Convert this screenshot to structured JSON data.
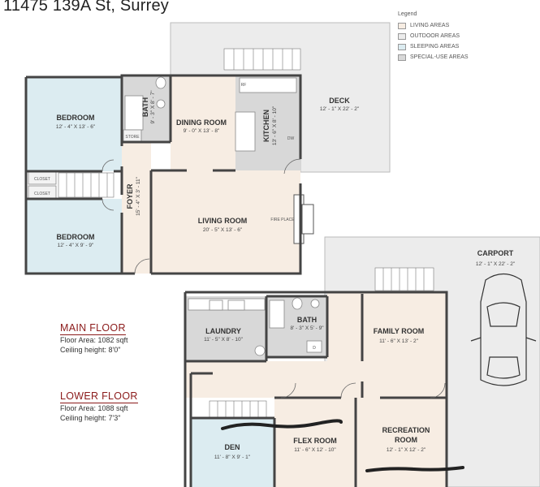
{
  "title": "11475 139A St, Surrey",
  "legend": {
    "heading": "Legend",
    "items": [
      {
        "label": "LIVING AREAS",
        "color": "#f7ede3"
      },
      {
        "label": "OUTDOOR AREAS",
        "color": "#ececec"
      },
      {
        "label": "SLEEPING AREAS",
        "color": "#dcecf1"
      },
      {
        "label": "SPECIAL-USE AREAS",
        "color": "#d8d8d8"
      }
    ]
  },
  "main_floor": {
    "heading": "MAIN FLOOR",
    "area": "Floor Area: 1082 sqft",
    "ceiling": "Ceiling height: 8'0\""
  },
  "lower_floor": {
    "heading": "LOWER FLOOR",
    "area": "Floor Area: 1088 sqft",
    "ceiling": "Ceiling height: 7'3\""
  },
  "rooms": {
    "bedroom1": {
      "name": "BEDROOM",
      "dim": "12' - 4\" X 13' - 6\""
    },
    "bedroom2": {
      "name": "BEDROOM",
      "dim": "12' - 4\" X 9' - 9\""
    },
    "bath_main": {
      "name": "BATH",
      "dim": "9' - 3\" X 8' - 7\""
    },
    "dining": {
      "name": "DINING ROOM",
      "dim": "9' - 0\" X 13' - 8\""
    },
    "kitchen": {
      "name": "KITCHEN",
      "dim": "13' - 6\" X 8' - 10\""
    },
    "deck": {
      "name": "DECK",
      "dim": "12' - 1\" X 22' - 2\""
    },
    "foyer": {
      "name": "FOYER",
      "dim": "15' - 4\" X 3' - 11\""
    },
    "living": {
      "name": "LIVING ROOM",
      "dim": "20' - 5\" X 13' - 6\""
    },
    "carport": {
      "name": "CARPORT",
      "dim": "12' - 1\" X 22' - 2\""
    },
    "laundry": {
      "name": "LAUNDRY",
      "dim": "11' - 5\" X 8' - 10\""
    },
    "bath_lower": {
      "name": "BATH",
      "dim": "8' - 3\" X 5' - 9\""
    },
    "family": {
      "name": "FAMILY ROOM",
      "dim": "11' - 6\" X 13' - 2\""
    },
    "den": {
      "name": "DEN",
      "dim": "11' - 8\" X 9' - 1\""
    },
    "flex": {
      "name": "FLEX ROOM",
      "dim": "11' - 6\" X 12' - 10\""
    },
    "recreation": {
      "name": "RECREATION",
      "name2": "ROOM",
      "dim": "12' - 1\" X 12' - 2\""
    }
  },
  "fixtures": {
    "closet1": "CLOSET",
    "closet2": "CLOSET",
    "store": "STORE",
    "fireplace": "FIRE PLACE",
    "fridge": "RF",
    "dishwasher": "DW",
    "dryer": "D"
  }
}
